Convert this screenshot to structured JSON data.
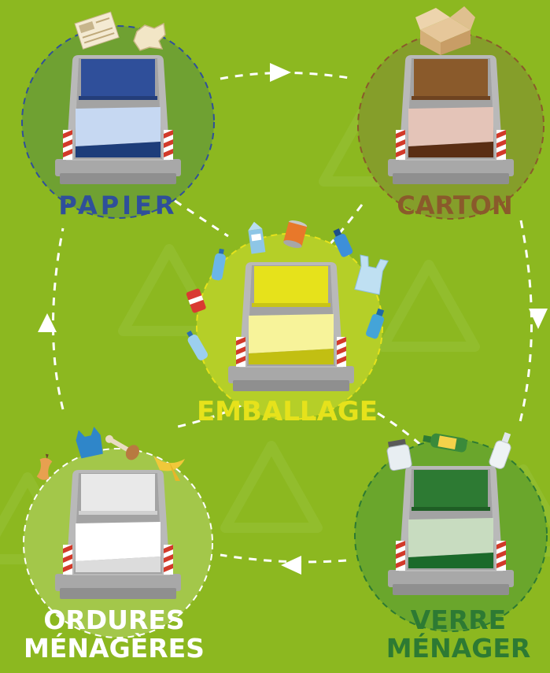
{
  "colors": {
    "background": "#8cb820",
    "papier": "#2f4f9a",
    "carton": "#8a5a2b",
    "emballage": "#e6e21b",
    "verre": "#2d7a33",
    "ordures": "#ffffff"
  },
  "bins": {
    "papier": {
      "label": "PAPIER"
    },
    "carton": {
      "label": "CARTON"
    },
    "emballage": {
      "label": "EMBALLAGE"
    },
    "verre": {
      "label_line1": "VERRE",
      "label_line2": "MÉNAGER"
    },
    "ordures": {
      "label_line1": "ORDURES",
      "label_line2": "MÉNAGÈRES"
    }
  },
  "icons": [
    "newspaper-icon",
    "crumpled-paper-icon",
    "cardboard-box-icon",
    "milk-carton-icon",
    "food-can-icon",
    "spray-bottle-icon",
    "plastic-bag-icon",
    "water-bottle-icon",
    "soda-can-icon",
    "jar-icon",
    "wine-bottle-icon",
    "glass-bottle-icon",
    "apple-core-icon",
    "plastic-bag-blue-icon",
    "chicken-bone-icon",
    "banana-peel-icon",
    "recycle-icon"
  ]
}
